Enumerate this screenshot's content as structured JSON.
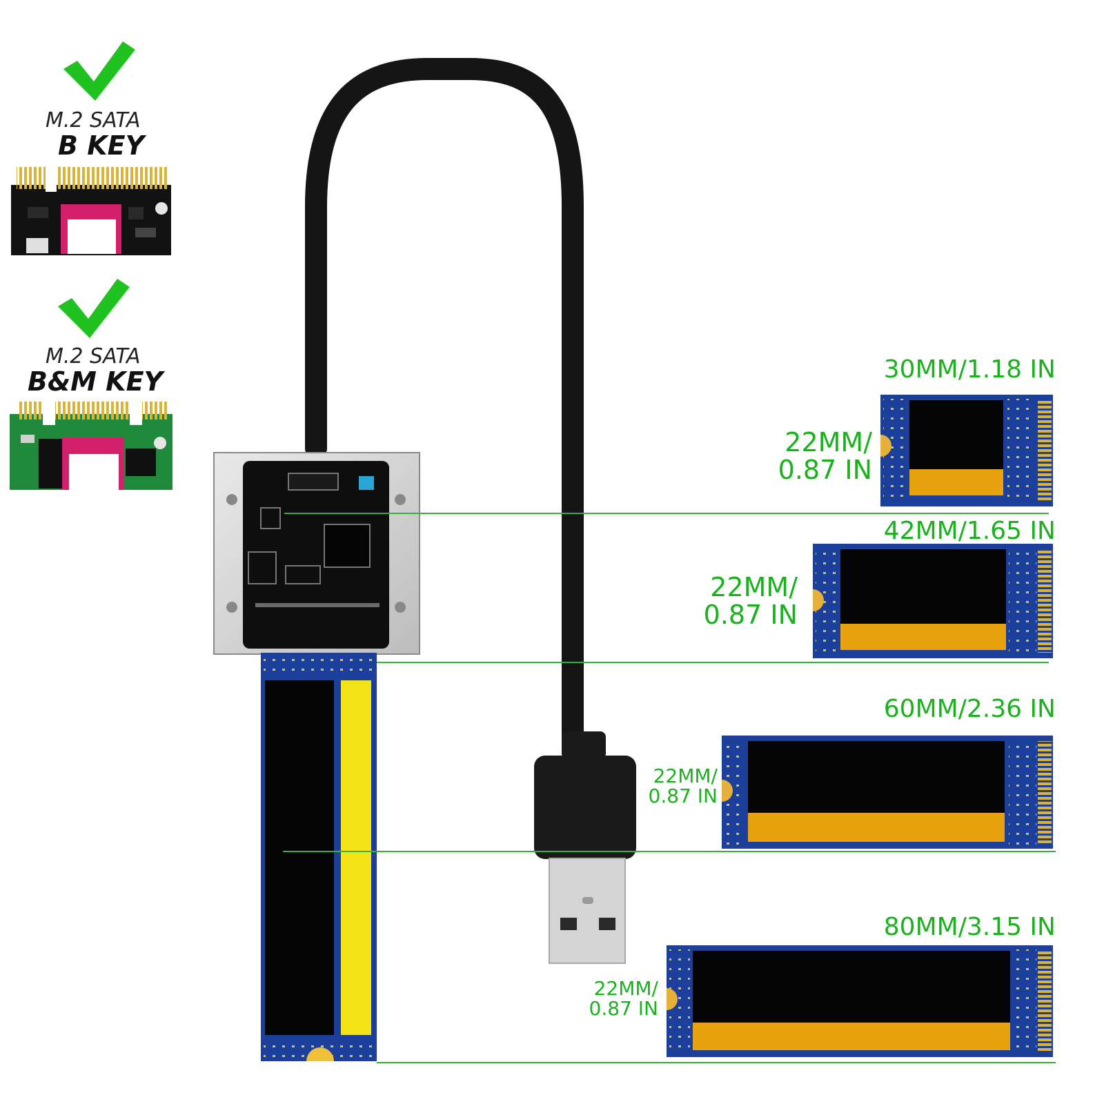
{
  "keys": [
    {
      "line1": "M.2 SATA",
      "line2": "B KEY"
    },
    {
      "line1": "M.2 SATA",
      "line2": "B&M KEY"
    }
  ],
  "drives": [
    {
      "length": "30MM/1.18 IN",
      "width": "22MM/",
      "width2": "0.87 IN"
    },
    {
      "length": "42MM/1.65 IN",
      "width": "22MM/",
      "width2": "0.87 IN"
    },
    {
      "length": "60MM/2.36 IN",
      "width": "22MM/",
      "width2": "0.87 IN"
    },
    {
      "length": "80MM/3.15 IN",
      "width": "22MM/",
      "width2": "0.87 IN"
    }
  ],
  "colors": {
    "check": "#1fc21f",
    "label_green": "#19b21c",
    "pcb_blue": "#1c3f9c",
    "gold": "#e8a20e",
    "label_yellow": "#f4e316",
    "pcb_green": "#1f8a3b",
    "sticker_pink": "#d41f6a"
  }
}
